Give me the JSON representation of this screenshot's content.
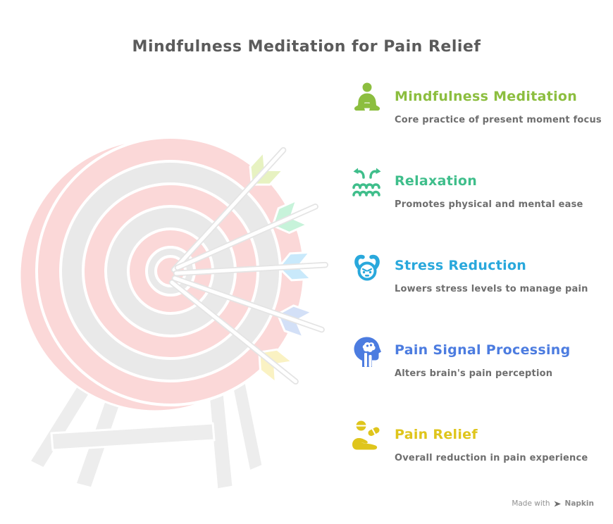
{
  "title": "Mindfulness Meditation for Pain Relief",
  "items": [
    {
      "title": "Mindfulness Meditation",
      "subtitle": "Core practice of present moment focus",
      "color": "#8cbe3f",
      "icon": "meditation-person-icon"
    },
    {
      "title": "Relaxation",
      "subtitle": "Promotes physical and mental ease",
      "color": "#3fbe8b",
      "icon": "relaxation-waves-icon"
    },
    {
      "title": "Stress Reduction",
      "subtitle": "Lowers stress levels to manage pain",
      "color": "#29a8dc",
      "icon": "stressed-face-icon"
    },
    {
      "title": "Pain Signal Processing",
      "subtitle": "Alters brain's pain perception",
      "color": "#4c7ce0",
      "icon": "brain-head-icon"
    },
    {
      "title": "Pain Relief",
      "subtitle": "Overall reduction in pain experience",
      "color": "#dfc51c",
      "icon": "hand-pill-icon"
    }
  ],
  "illustration": {
    "name": "archery-target-with-five-arrows-on-stand",
    "colors": {
      "pink": "#fbd8d8",
      "gray": "#e9e9e9",
      "stand": "#ededed",
      "shaft_edge": "#e4e4e4",
      "shaft": "#ffffff"
    },
    "fletching_colors": [
      "#e7f2c1",
      "#c7f3da",
      "#c9e9fb",
      "#d3e0f7",
      "#faf2c3"
    ]
  },
  "watermark": {
    "prefix": "Made with",
    "brand": "Napkin"
  }
}
